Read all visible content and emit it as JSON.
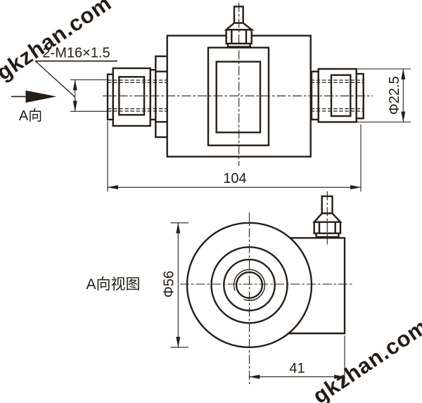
{
  "drawing": {
    "watermark_text": "gkzhan.com",
    "watermark_color": "#d9d4cd",
    "line_color": "#261e17",
    "side_view": {
      "thread_callout": "2-M16×1.5",
      "view_direction_label": "A向",
      "overall_length": "104",
      "end_diameter": "Φ22.5"
    },
    "front_view": {
      "view_title": "A向视图",
      "outer_diameter": "Φ56",
      "connector_offset": "41"
    }
  }
}
